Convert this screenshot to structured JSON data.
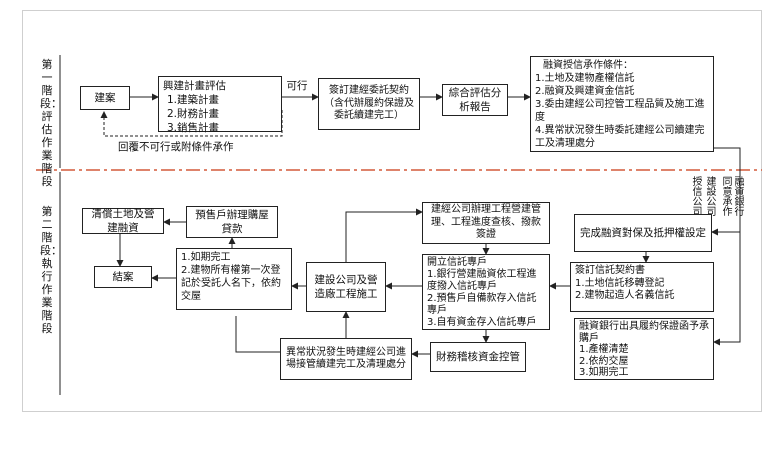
{
  "stage1": "第一階段：評估作業階段",
  "stage2": "第二階段：執行作業階段",
  "n_jianan": "建案",
  "n_eval": {
    "title": "興建計畫評估",
    "items": [
      "1.建築計畫",
      "2.財務計畫",
      "3.銷售計畫"
    ]
  },
  "lbl_keyi": "可行",
  "lbl_fail": "回覆不可行或附條件承作",
  "n_contract": "簽訂建經委託契約（含代辦履約保證及委託續建完工）",
  "n_report": "綜合評估分析報告",
  "n_conditions": {
    "title": "融資授信承作條件：",
    "items": [
      "1.土地及建物產權信託",
      "2.融資及興建資金信託",
      "3.委由建經公司控管工程品質及施工進度",
      "4.異常狀況發生時委託建經公司續建完工及清理處分"
    ]
  },
  "v_bank": "融資銀行",
  "v_agree": "同意承作",
  "v_builder": "建設公司",
  "v_trust": "授信公司",
  "n_guarantee": "完成融資對保及抵押權設定",
  "n_trustdeed": {
    "title": "簽訂信託契約書",
    "items": [
      "1.土地信託移轉登記",
      "2.建物起造人名義信託"
    ]
  },
  "n_bankletter": {
    "title": "融資銀行出具履約保證函予承購戶",
    "items": [
      "1.產權清楚",
      "2.依約交屋",
      "3.如期完工"
    ]
  },
  "n_manage": "建經公司辦理工程營建管理、工程進度查核、撥款簽證",
  "n_account": {
    "title": "開立信託專戶",
    "items": [
      "1.銀行營建融資依工程進度撥入信託專戶",
      "2.預售戶自備款存入信託專戶",
      "3.自有資金存入信託專戶"
    ]
  },
  "n_builderco": "建設公司及營造廠工程施工",
  "n_finance": "財務稽核資金控管",
  "n_abnormal": "異常狀況發生時建經公司進場接管續建完工及清理處分",
  "n_done": {
    "items": [
      "1.如期完工",
      "2.建物所有權第一次登記於受託人名下，依約交屋"
    ]
  },
  "n_presale": "預售戶辦理購屋貸款",
  "n_payoff": "清償土地及營建融資",
  "n_close": "結案"
}
